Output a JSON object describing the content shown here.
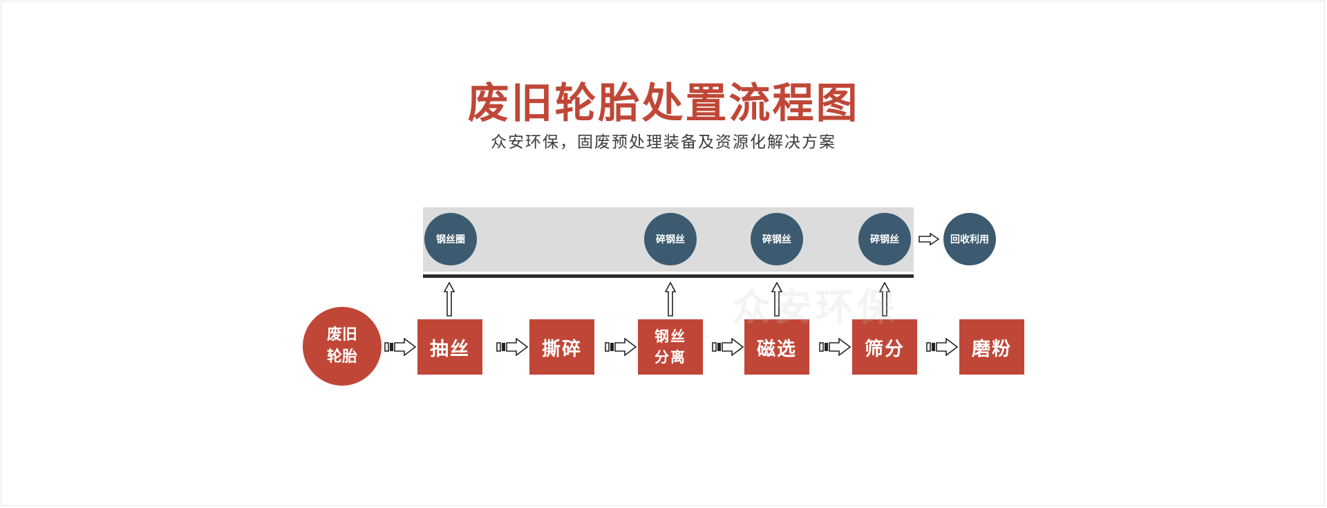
{
  "title": "废旧轮胎处置流程图",
  "subtitle": "众安环保，固废预处理装备及资源化解决方案",
  "start": {
    "line1": "废旧",
    "line2": "轮胎"
  },
  "steps": [
    {
      "label": "抽丝"
    },
    {
      "label": "撕碎"
    },
    {
      "line1": "钢丝",
      "line2": "分离"
    },
    {
      "label": "磁选"
    },
    {
      "label": "筛分"
    },
    {
      "label": "磨粉"
    }
  ],
  "outputs": [
    "钢丝圈",
    "碎钢丝",
    "碎钢丝",
    "碎钢丝"
  ],
  "recycle": "回收利用",
  "watermark": "众安环保",
  "colors": {
    "accent": "#c04737",
    "output": "#3c5b70",
    "band": "#dcdcdc"
  }
}
